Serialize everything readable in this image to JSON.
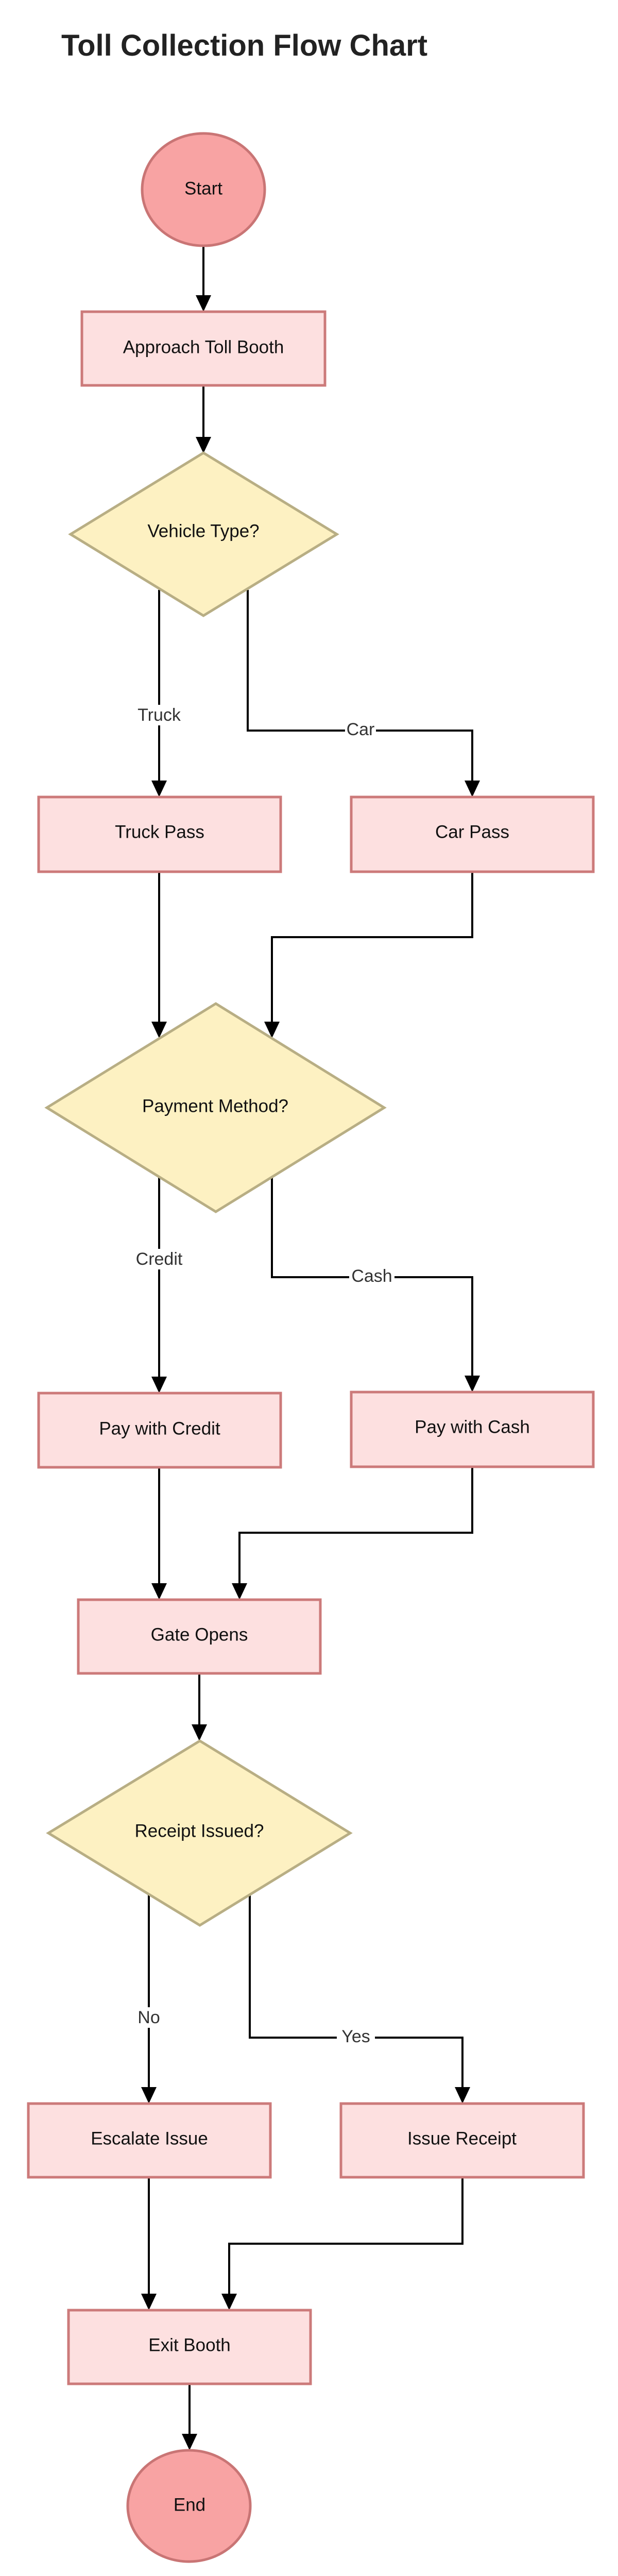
{
  "title": "Toll Collection Flow Chart",
  "colors": {
    "terminal_fill": "#f8a3a3",
    "terminal_stroke": "#c97575",
    "process_fill": "#fde0e0",
    "process_stroke": "#cc7a7a",
    "decision_fill": "#fdf1c2",
    "decision_stroke": "#b8ae84",
    "edge": "#000000"
  },
  "nodes": {
    "start": "Start",
    "approach": "Approach Toll Booth",
    "vehicle_type": "Vehicle Type?",
    "truck_pass": "Truck Pass",
    "car_pass": "Car Pass",
    "payment_method": "Payment Method?",
    "pay_credit": "Pay with Credit",
    "pay_cash": "Pay with Cash",
    "gate_opens": "Gate Opens",
    "receipt_issued": "Receipt Issued?",
    "escalate": "Escalate Issue",
    "issue_receipt": "Issue Receipt",
    "exit_booth": "Exit Booth",
    "end": "End"
  },
  "edge_labels": {
    "truck": "Truck",
    "car": "Car",
    "credit": "Credit",
    "cash": "Cash",
    "no": "No",
    "yes": "Yes"
  }
}
